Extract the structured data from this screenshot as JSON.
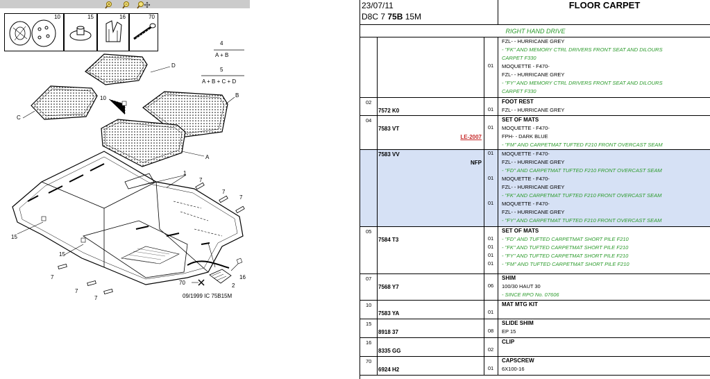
{
  "toolbar": {
    "icons": [
      "zoom-in-icon",
      "zoom-out-icon",
      "zoom-pan-icon"
    ],
    "accent": "#cbcbcb"
  },
  "thumbnails": [
    {
      "num": "10",
      "icon": "mat-clips-icon"
    },
    {
      "num": "15",
      "icon": "slide-shim-icon"
    },
    {
      "num": "16",
      "icon": "clip-icon"
    },
    {
      "num": "70",
      "icon": "capscrew-icon"
    }
  ],
  "diagram": {
    "labels": {
      "num4": "4",
      "ab": "A + B",
      "num5": "5",
      "abcd": "A + B + C + D",
      "D": "D",
      "B": "B",
      "C": "C",
      "A": "A",
      "num10": "10",
      "num1": "1",
      "num7a": "7",
      "num7b": "7",
      "num7c": "7",
      "num7d": "7",
      "num7e": "7",
      "num7f": "7",
      "num15a": "15",
      "num15b": "15",
      "num16": "16",
      "num70": "70",
      "num2": "2"
    },
    "caption": "09/1999  IC 75B15M"
  },
  "header": {
    "date": "23/07/11",
    "code_prefix": "D8C 7 ",
    "code_bold": "75B",
    "code_suffix": " 15M",
    "title": "FLOOR CARPET"
  },
  "drive": "RIGHT HAND DRIVE",
  "colors": {
    "green": "#2a9a2a",
    "red": "#c62828",
    "highlight": "#d6e1f5"
  },
  "rows": [
    {
      "fig": "",
      "ref": "",
      "note": "",
      "qty": [
        "",
        "",
        "",
        "01",
        "",
        "",
        ""
      ],
      "desc": [
        {
          "t": "FZL- - HURRICANE GREY",
          "s": "n"
        },
        {
          "t": "- \"FK\" AND MEMORY CTRL DRIVERS FRONT SEAT AND DILOURS",
          "s": "g"
        },
        {
          "t": "CARPET F330",
          "s": "g"
        },
        {
          "t": "MOQUETTE - F470-",
          "s": "n"
        },
        {
          "t": "FZL- - HURRICANE GREY",
          "s": "n"
        },
        {
          "t": "- \"FY\" AND MEMORY CTRL DRIVERS FRONT SEAT AND DILOURS",
          "s": "g"
        },
        {
          "t": "CARPET F330",
          "s": "g"
        }
      ]
    },
    {
      "fig": "02",
      "ref": "7572 K0",
      "note": "",
      "qty": [
        "",
        "01"
      ],
      "desc": [
        {
          "t": "FOOT REST",
          "s": "b"
        },
        {
          "t": "FZL- - HURRICANE GREY",
          "s": "n"
        }
      ]
    },
    {
      "fig": "04",
      "ref": "7583 VT",
      "note": "LE-2007",
      "qty": [
        "",
        "01",
        "",
        ""
      ],
      "desc": [
        {
          "t": "SET OF MATS",
          "s": "b"
        },
        {
          "t": "MOQUETTE - F470-",
          "s": "n"
        },
        {
          "t": "FPH- - DARK BLUE",
          "s": "n"
        },
        {
          "t": "- \"FM\" AND CARPETMAT TUFTED F210 FRONT OVERCAST SEAM",
          "s": "g"
        }
      ]
    },
    {
      "fig": "",
      "ref": "7583 VV",
      "note": "NFP",
      "qty": [
        "01",
        "",
        "",
        "01",
        "",
        "",
        "01",
        "",
        ""
      ],
      "desc": [
        {
          "t": "MOQUETTE - F470-",
          "s": "n"
        },
        {
          "t": "FZL- - HURRICANE GREY",
          "s": "n"
        },
        {
          "t": "- \"FD\" AND CARPETMAT TUFTED F210 FRONT OVERCAST SEAM",
          "s": "g"
        },
        {
          "t": "MOQUETTE - F470-",
          "s": "n"
        },
        {
          "t": "FZL- - HURRICANE GREY",
          "s": "n"
        },
        {
          "t": "- \"FK\" AND CARPETMAT TUFTED F210 FRONT OVERCAST SEAM",
          "s": "g"
        },
        {
          "t": "MOQUETTE - F470-",
          "s": "n"
        },
        {
          "t": "FZL- - HURRICANE GREY",
          "s": "n"
        },
        {
          "t": "- \"FY\" AND CARPETMAT TUFTED F210 FRONT OVERCAST SEAM",
          "s": "g"
        }
      ]
    },
    {
      "fig": "05",
      "ref": "7584 T3",
      "note": "",
      "qty": [
        "",
        "01",
        "01",
        "01",
        "01"
      ],
      "desc": [
        {
          "t": "SET OF MATS",
          "s": "b"
        },
        {
          "t": "- \"FD\" AND TUFTED CARPETMAT SHORT PILE F210",
          "s": "g"
        },
        {
          "t": "- \"FK\" AND TUFTED CARPETMAT SHORT PILE F210",
          "s": "g"
        },
        {
          "t": "- \"FY\" AND TUFTED CARPETMAT SHORT PILE F210",
          "s": "g"
        },
        {
          "t": "- \"FM\" AND TUFTED CARPETMAT SHORT PILE F210",
          "s": "g"
        }
      ]
    },
    {
      "fig": "07",
      "ref": "7568 Y7",
      "note": "",
      "qty": [
        "",
        "06",
        ""
      ],
      "desc": [
        {
          "t": "SHIM",
          "s": "b"
        },
        {
          "t": "100/30 HAUT 30",
          "s": "n"
        },
        {
          "t": "- SINCE RPO No. 07606",
          "s": "g"
        }
      ]
    },
    {
      "fig": "10",
      "ref": "7583 YA",
      "note": "",
      "qty": [
        "",
        "01"
      ],
      "desc": [
        {
          "t": "MAT MTG KIT",
          "s": "b"
        },
        {
          "t": "",
          "s": "n"
        }
      ]
    },
    {
      "fig": "15",
      "ref": "8918 37",
      "note": "",
      "qty": [
        "",
        "08"
      ],
      "desc": [
        {
          "t": "SLIDE SHIM",
          "s": "b"
        },
        {
          "t": "EP 15",
          "s": "n"
        }
      ]
    },
    {
      "fig": "16",
      "ref": "8335 GG",
      "note": "",
      "qty": [
        "",
        "02"
      ],
      "desc": [
        {
          "t": "CLIP",
          "s": "b"
        },
        {
          "t": "",
          "s": "n"
        }
      ]
    },
    {
      "fig": "70",
      "ref": "6924 H2",
      "note": "",
      "qty": [
        "",
        "01"
      ],
      "desc": [
        {
          "t": "CAPSCREW",
          "s": "b"
        },
        {
          "t": "6X100-16",
          "s": "n"
        }
      ]
    }
  ]
}
